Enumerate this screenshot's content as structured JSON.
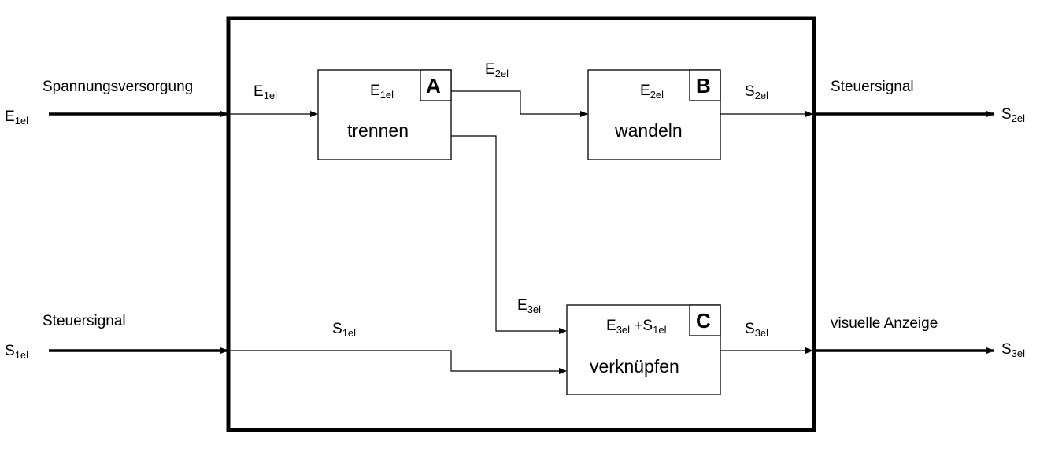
{
  "outer_inputs": {
    "e1": {
      "label": "Spannungsversorgung",
      "symbol": "E",
      "sub": "1el"
    },
    "s1": {
      "label": "Steuersignal",
      "symbol": "S",
      "sub": "1el"
    }
  },
  "outer_outputs": {
    "s2": {
      "label": "Steuersignal",
      "symbol": "S",
      "sub": "2el"
    },
    "s3": {
      "label": "visuelle Anzeige",
      "symbol": "S",
      "sub": "3el"
    }
  },
  "blocks": {
    "A": {
      "letter": "A",
      "verb": "trennen",
      "input_symbol": "E",
      "input_sub": "1el"
    },
    "B": {
      "letter": "B",
      "verb": "wandeln",
      "input_symbol": "E",
      "input_sub": "2el"
    },
    "C": {
      "letter": "C",
      "verb": "verknüpfen",
      "input_symbol": "E",
      "input_sub": "3el",
      "input_symbol2": "S",
      "input_sub2": "1el",
      "input_joiner": " +"
    }
  },
  "flow_labels": {
    "e1_inside": {
      "symbol": "E",
      "sub": "1el"
    },
    "e2": {
      "symbol": "E",
      "sub": "2el"
    },
    "s2": {
      "symbol": "S",
      "sub": "2el"
    },
    "e3": {
      "symbol": "E",
      "sub": "3el"
    },
    "s1_inside": {
      "symbol": "S",
      "sub": "1el"
    },
    "s3": {
      "symbol": "S",
      "sub": "3el"
    }
  }
}
